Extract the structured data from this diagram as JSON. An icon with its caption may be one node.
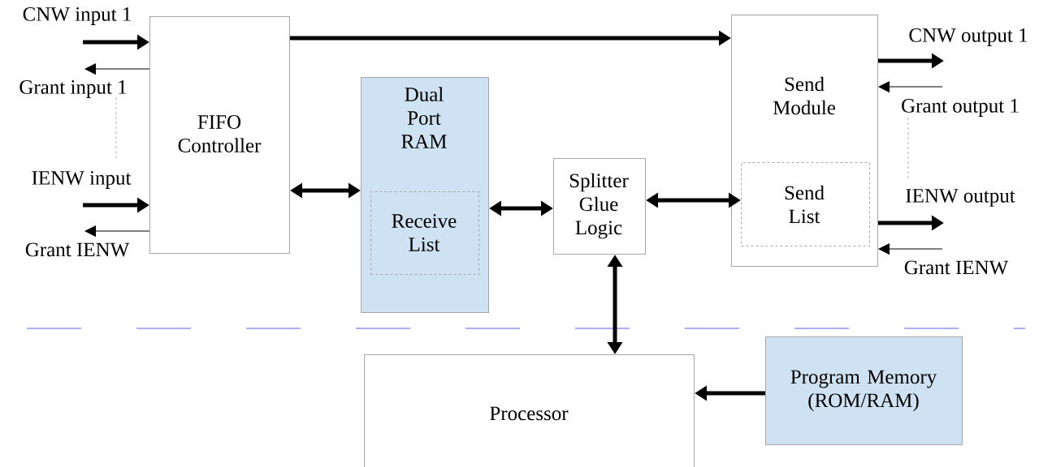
{
  "diagram": {
    "nodes": [
      {
        "text": [
          "FIFO Controller"
        ]
      },
      {
        "text": [
          "Dual Port RAM"
        ]
      },
      {
        "text": [
          "Receive List"
        ],
        "in": 1
      },
      {
        "text": [
          "Splitter Glue Logic"
        ]
      },
      {
        "text": [
          "Send Module"
        ]
      },
      {
        "text": [
          "Send List"
        ],
        "in": 4
      },
      {
        "text": [
          "Processor"
        ]
      },
      {
        "text": [
          "Program Memory (ROM/RAM)"
        ]
      }
    ],
    "edges": [
      {
        "from": null,
        "to": 0,
        "arrow": "to",
        "label": "CNW input 1"
      },
      {
        "from": 0,
        "to": null,
        "arrow": "to",
        "label": "Grant input 1"
      },
      {
        "from": null,
        "to": 0,
        "arrow": "to",
        "label": "IENW input"
      },
      {
        "from": 0,
        "to": null,
        "arrow": "to",
        "label": "Grant IENW"
      },
      {
        "from": 0,
        "to": 4,
        "arrow": "to"
      },
      {
        "from": 0,
        "to": 1,
        "arrow": "both"
      },
      {
        "from": 1,
        "to": 3,
        "arrow": "both"
      },
      {
        "from": 3,
        "to": 5,
        "arrow": "both"
      },
      {
        "from": 3,
        "to": 6,
        "arrow": "both"
      },
      {
        "from": 7,
        "to": 6,
        "arrow": "to"
      },
      {
        "from": 4,
        "to": null,
        "arrow": "to",
        "label": "CNW output 1"
      },
      {
        "from": null,
        "to": 4,
        "arrow": "to",
        "label": "Grant output 1"
      },
      {
        "from": 4,
        "to": null,
        "arrow": "to",
        "label": "IENW output"
      },
      {
        "from": null,
        "to": 4,
        "arrow": "to",
        "label": "Grant IENW"
      }
    ]
  }
}
